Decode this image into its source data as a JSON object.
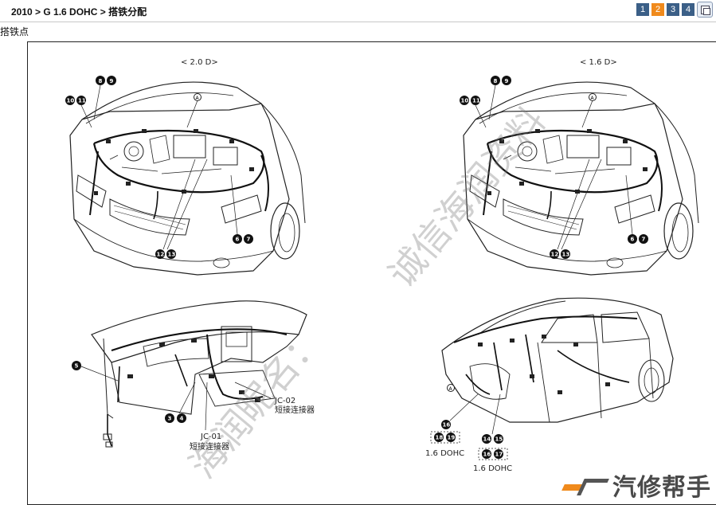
{
  "header": {
    "breadcrumb": "2010 > G 1.6 DOHC > 搭铁分配",
    "pages": [
      "1",
      "2",
      "3",
      "4"
    ],
    "active_page": "2"
  },
  "subtitle": "搭铁点",
  "diagram": {
    "engine_left_title": "< 2.0 D>",
    "engine_right_title": "< 1.6 D>",
    "label_jc02": "JC-02",
    "label_jc02_desc": "短接连接器",
    "label_jc01": "JC-01",
    "label_jc01_desc": "短接连接器",
    "label_16dohc_a": "1.6 DOHC",
    "label_16dohc_b": "1.6 DOHC",
    "marker_a": "A",
    "ground_numbers": {
      "n8": "8",
      "n9": "9",
      "n10": "10",
      "n11": "11",
      "n6": "6",
      "n7": "7",
      "n12": "12",
      "n13": "13",
      "n5": "5",
      "n3": "3",
      "n4": "4",
      "n16a": "16",
      "n18": "18",
      "n19": "19",
      "n14": "14",
      "n15": "15",
      "n16b": "16",
      "n17": "17"
    }
  },
  "watermarks": {
    "w1": "诚信海润资料",
    "w2": "海润昵名："
  },
  "brand": {
    "text": "汽修帮手",
    "accent": "#f08a1c"
  }
}
